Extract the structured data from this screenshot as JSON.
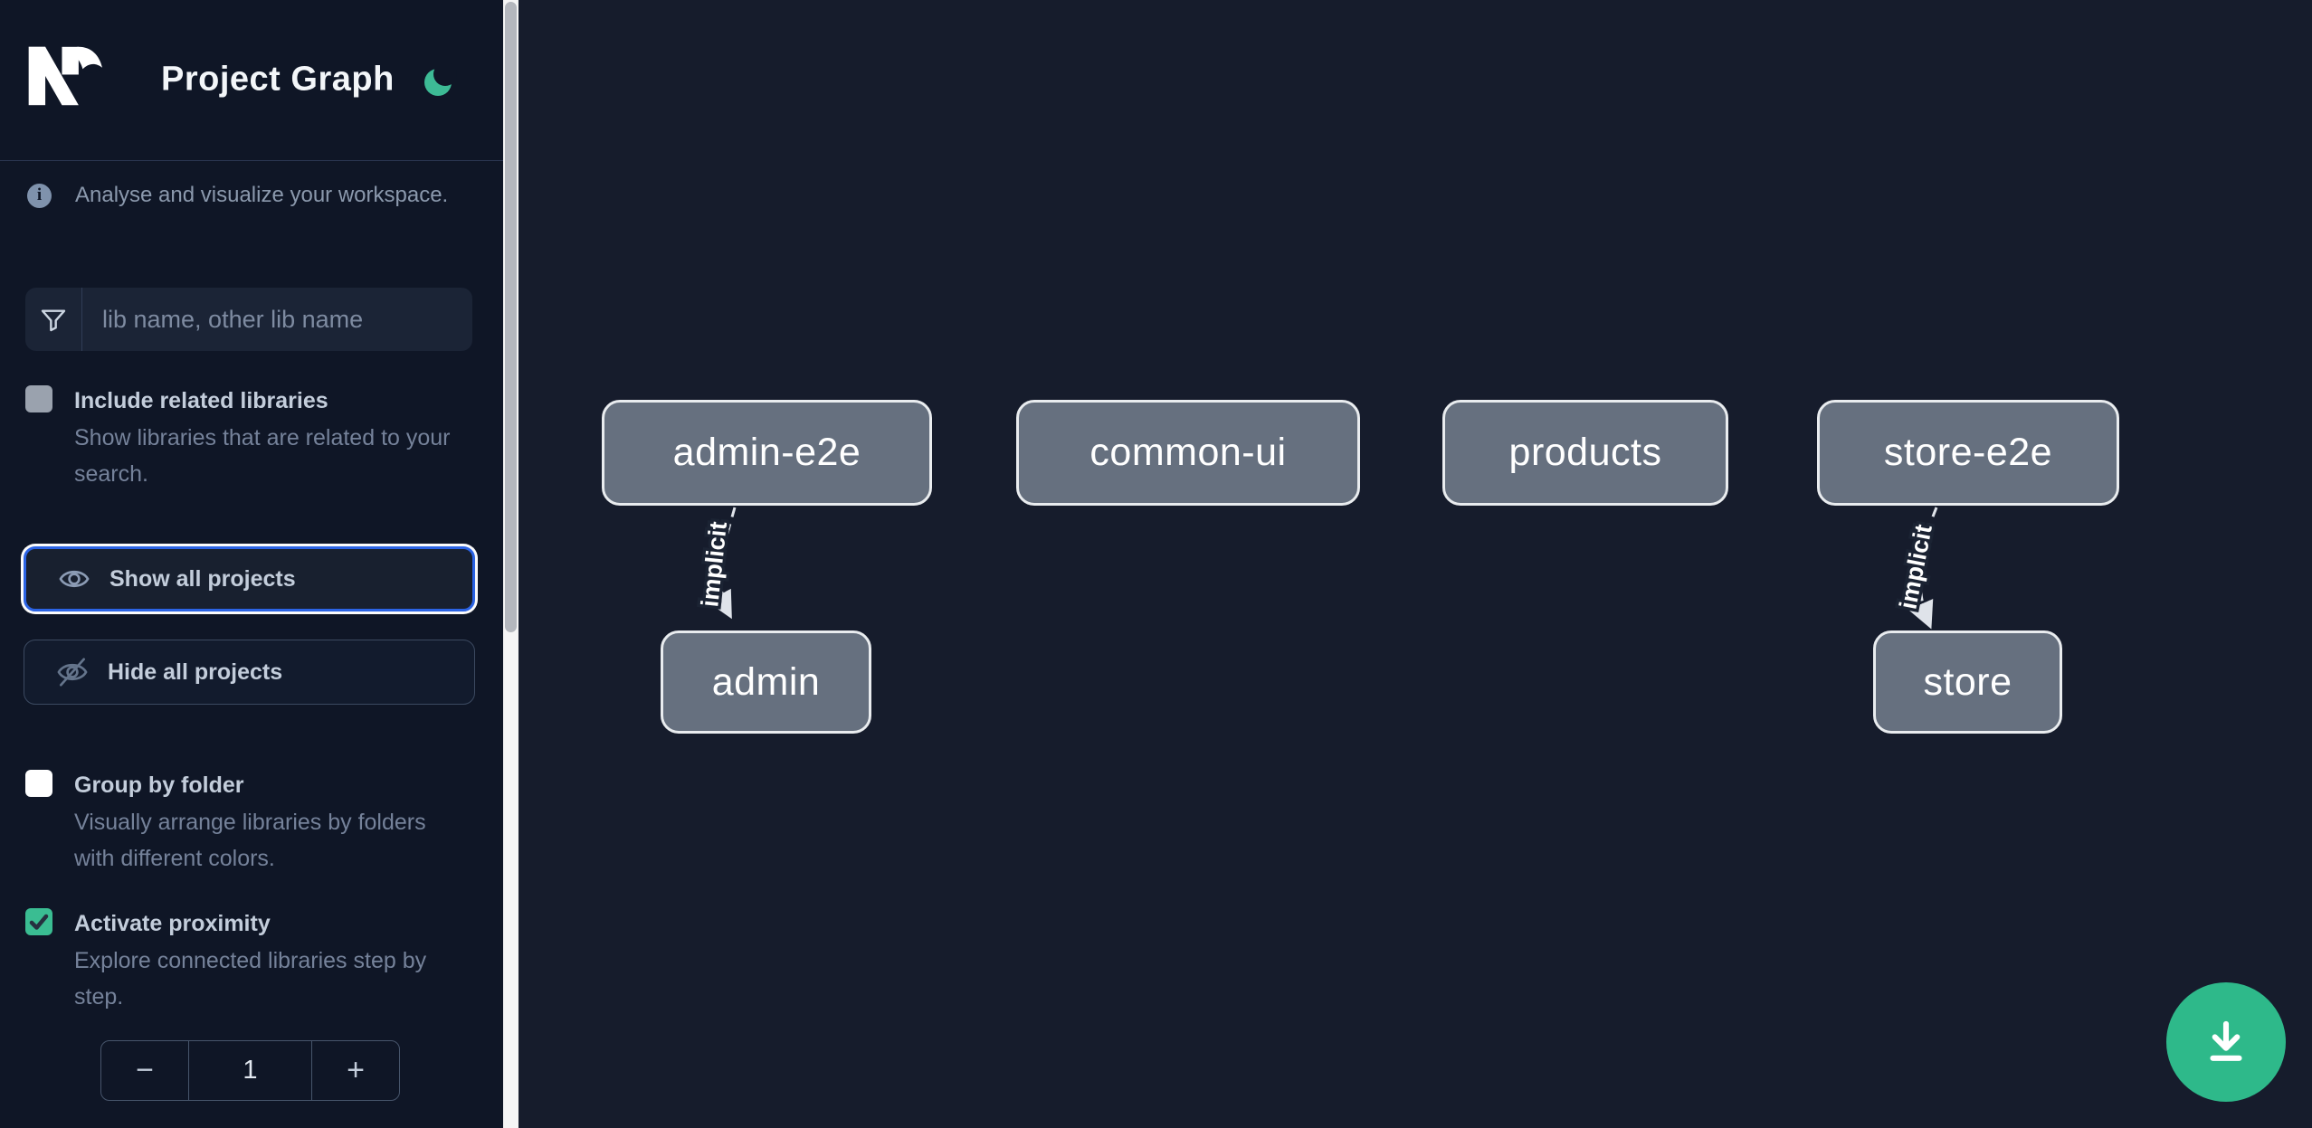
{
  "header": {
    "title": "Project Graph"
  },
  "sidebar": {
    "tagline": "Analyse and visualize your workspace.",
    "search_placeholder": "lib name, other lib name",
    "include_related": {
      "label": "Include related libraries",
      "description": "Show libraries that are related to your search.",
      "checked": false
    },
    "show_all_label": "Show all projects",
    "hide_all_label": "Hide all projects",
    "group_by_folder": {
      "label": "Group by folder",
      "description": "Visually arrange libraries by folders with different colors.",
      "checked": false
    },
    "activate_proximity": {
      "label": "Activate proximity",
      "description": "Explore connected libraries step by step.",
      "checked": true
    },
    "proximity_stepper": {
      "decrement": "−",
      "value": "1",
      "increment": "+"
    }
  },
  "graph": {
    "nodes": [
      {
        "label": "admin-e2e"
      },
      {
        "label": "common-ui"
      },
      {
        "label": "products"
      },
      {
        "label": "store-e2e"
      },
      {
        "label": "admin"
      },
      {
        "label": "store"
      }
    ],
    "edges": [
      {
        "from": "admin-e2e",
        "to": "admin",
        "label": "implicit",
        "style": "dashed"
      },
      {
        "from": "store-e2e",
        "to": "store",
        "label": "implicit",
        "style": "dashed"
      }
    ]
  },
  "colors": {
    "accent_green": "#2eb98a",
    "focus_blue": "#2b63e4",
    "node_fill": "#66707f",
    "node_border": "#e9ecef",
    "sidebar_bg": "#0f1626",
    "canvas_bg": "#161c2c"
  }
}
